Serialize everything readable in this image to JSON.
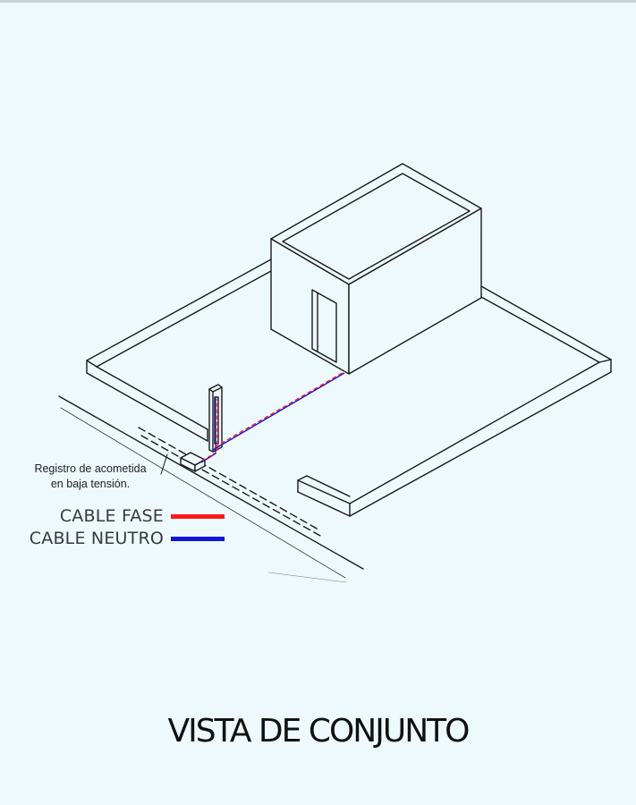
{
  "annotation": {
    "line1": "Registro de acometida",
    "line2": "en baja tensión."
  },
  "legend": [
    {
      "label": "CABLE FASE",
      "color": "#ff1a1a"
    },
    {
      "label": "CABLE NEUTRO",
      "color": "#1414d6"
    }
  ],
  "title": "VISTA DE CONJUNTO"
}
